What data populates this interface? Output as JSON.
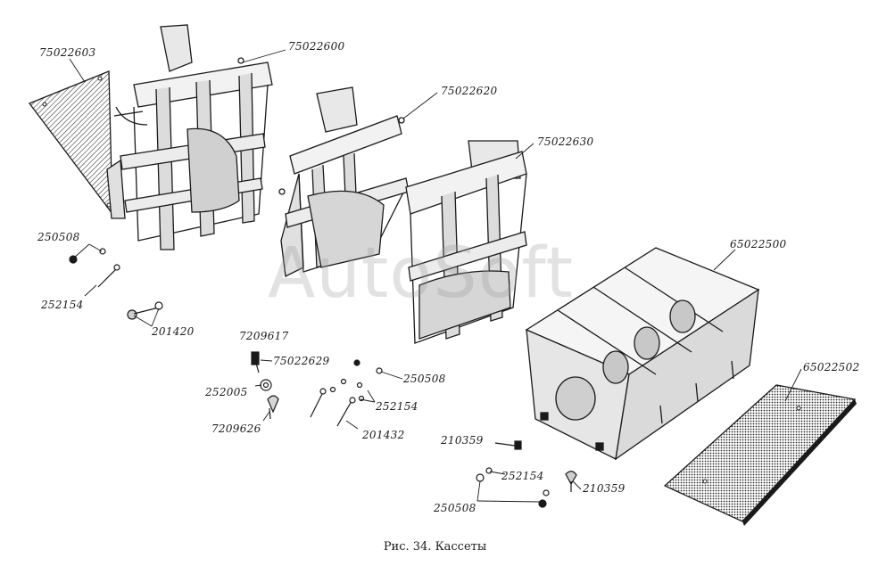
{
  "watermark": "AutoSoft",
  "caption": "Рис. 34. Кассеты",
  "labels": {
    "l_75022603": "75022603",
    "l_75022600": "75022600",
    "l_75022620": "75022620",
    "l_75022630": "75022630",
    "l_65022500": "65022500",
    "l_65022502": "65022502",
    "l_250508_a": "250508",
    "l_252154_a": "252154",
    "l_201420": "201420",
    "l_7209617": "7209617",
    "l_75022629": "75022629",
    "l_252005": "252005",
    "l_7209626": "7209626",
    "l_250508_b": "250508",
    "l_252154_b": "252154",
    "l_201432": "201432",
    "l_210359_a": "210359",
    "l_252154_c": "252154",
    "l_210359_b": "210359",
    "l_250508_c": "250508"
  },
  "colors": {
    "ink": "#1a1a1a",
    "paper": "#ffffff",
    "hatch": "#3a3a3a",
    "watermark": "#969696"
  }
}
